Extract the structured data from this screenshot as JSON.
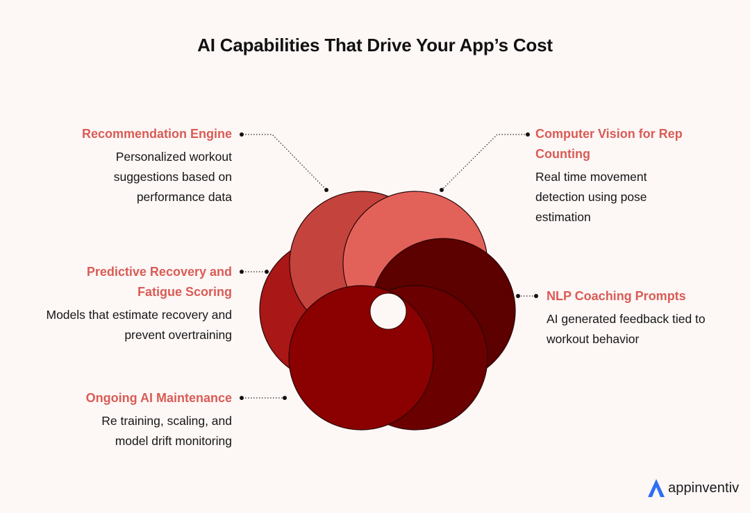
{
  "title": "AI Capabilities That Drive Your App’s Cost",
  "colors": {
    "background": "#fdf7f6",
    "accent_text": "#d95c55",
    "petal_1": "#c4443d",
    "petal_2": "#e2625a",
    "petal_3": "#5c0000",
    "petal_4": "#6b0000",
    "petal_5": "#8b0000",
    "petal_6": "#a91717",
    "logo_blue": "#2f6df6"
  },
  "capabilities": [
    {
      "title": "Recommendation Engine",
      "description": "Personalized workout suggestions based on performance data"
    },
    {
      "title": "Predictive Recovery and Fatigue Scoring",
      "description": "Models that estimate recovery and prevent overtraining"
    },
    {
      "title": "Ongoing AI Maintenance",
      "description": "Re training, scaling, and model drift monitoring"
    },
    {
      "title": "Computer Vision for Rep Counting",
      "description": "Real time movement detection using pose estimation"
    },
    {
      "title": "NLP Coaching Prompts",
      "description": "AI generated feedback tied to workout behavior"
    }
  ],
  "logo": {
    "text": "appinventiv",
    "icon": "appinventiv-logo-icon"
  }
}
